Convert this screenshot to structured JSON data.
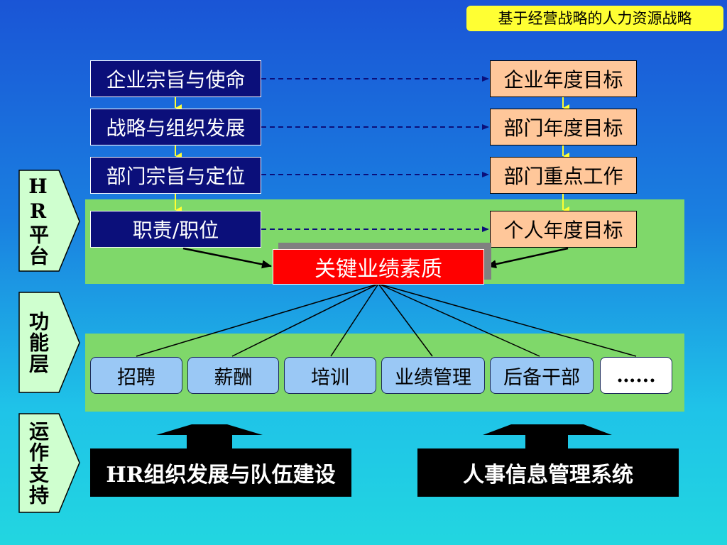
{
  "slide_title": "基于经营战略的人力资源战略",
  "left_column": [
    "企业宗旨与使命",
    "战略与组织发展",
    "部门宗旨与定位",
    "职责/职位"
  ],
  "right_column": [
    "企业年度目标",
    "部门年度目标",
    "部门重点工作",
    "个人年度目标"
  ],
  "key_box": "关键业绩素质",
  "side_labels": {
    "hr_platform": "HR平台",
    "function_layer": "功能层",
    "operation_support": "运作支持"
  },
  "functions": [
    "招聘",
    "薪酬",
    "培训",
    "业绩管理",
    "后备干部",
    "…..."
  ],
  "support_boxes": [
    "HR组织发展与队伍建设",
    "人事信息管理系统"
  ],
  "colors": {
    "navy_box": "#0b0f7a",
    "peach_box": "#ffc79a",
    "key_box": "#ff0000",
    "band": "#7fd86a",
    "title_badge": "#ffff33",
    "function_box": "#9ac8f5",
    "side_arrow": "#cfffcf"
  }
}
